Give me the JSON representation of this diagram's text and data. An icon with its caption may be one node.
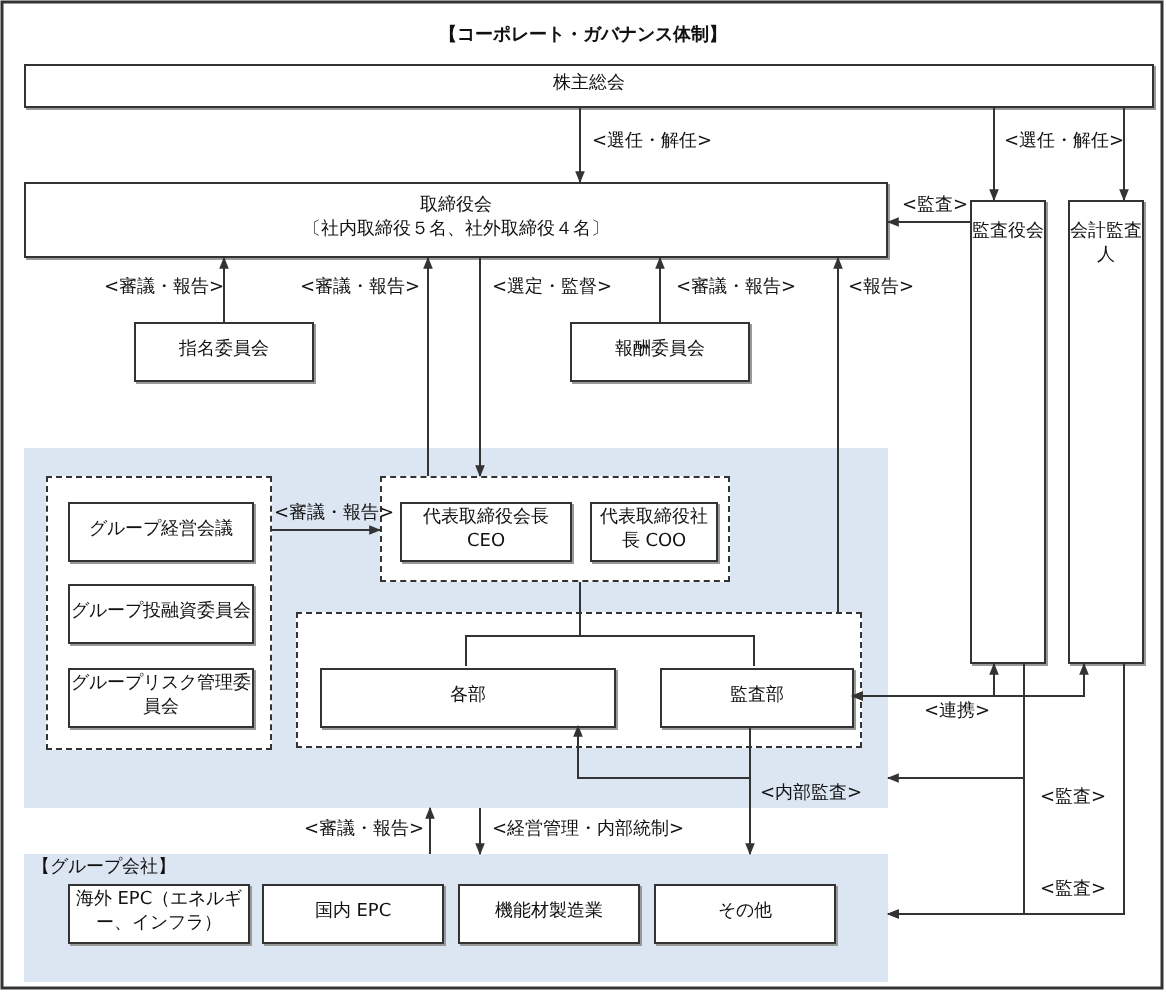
{
  "diagram": {
    "title": "【コーポレート・ガバナンス体制】",
    "nodes": [
      {
        "text": [
          "株主総会"
        ]
      },
      {
        "text": [
          "取締役会",
          "〔社内取締役５名、社外取締役４名〕"
        ]
      },
      {
        "text": [
          "指名委員会"
        ]
      },
      {
        "text": [
          "報酬委員会"
        ]
      },
      {
        "text": [
          "監査役会"
        ]
      },
      {
        "text": [
          "会計監査人"
        ]
      },
      {
        "text": [],
        "shape": "box"
      },
      {
        "text": [],
        "shape": "box",
        "in": 6
      },
      {
        "text": [
          "グループ経営会議"
        ],
        "in": 7
      },
      {
        "text": [
          "グループ投融資委員会"
        ],
        "in": 7
      },
      {
        "text": [
          "グループリスク管理委員会"
        ],
        "in": 7
      },
      {
        "text": [],
        "shape": "box",
        "in": 6
      },
      {
        "text": [
          "代表取締役会長 CEO"
        ],
        "in": 11
      },
      {
        "text": [
          "代表取締役社長 COO"
        ],
        "in": 11
      },
      {
        "text": [],
        "shape": "box",
        "in": 6
      },
      {
        "text": [
          "各部"
        ],
        "in": 14
      },
      {
        "text": [
          "監査部"
        ],
        "in": 14
      },
      {
        "text": [
          "【グループ会社】"
        ]
      },
      {
        "text": [
          "海外 EPC（エネルギー、インフラ）"
        ],
        "in": 17
      },
      {
        "text": [
          "国内 EPC"
        ],
        "in": 17
      },
      {
        "text": [
          "機能材製造業"
        ],
        "in": 17
      },
      {
        "text": [
          "その他"
        ],
        "in": 17
      }
    ],
    "edges": [
      {
        "from": 0,
        "to": 1,
        "arrow": "to",
        "label": "<選任・解任>"
      },
      {
        "from": 0,
        "to": 4,
        "arrow": "to",
        "label": "<選任・解任>"
      },
      {
        "from": 0,
        "to": 5,
        "arrow": "to"
      },
      {
        "from": 4,
        "to": 1,
        "arrow": "to",
        "label": "<監査>"
      },
      {
        "from": 2,
        "to": 1,
        "arrow": "to",
        "label": "<審議・報告>"
      },
      {
        "from": 11,
        "to": 1,
        "arrow": "to",
        "label": "<審議・報告>"
      },
      {
        "from": 1,
        "to": 11,
        "arrow": "to",
        "label": "<選定・監督>"
      },
      {
        "from": 3,
        "to": 1,
        "arrow": "to",
        "label": "<審議・報告>"
      },
      {
        "from": 14,
        "to": 1,
        "arrow": "to",
        "label": "<報告>"
      },
      {
        "from": 7,
        "to": 11,
        "arrow": "to",
        "label": "<審議・報告>"
      },
      {
        "from": 11,
        "to": 15,
        "arrow": "none"
      },
      {
        "from": 11,
        "to": 16,
        "arrow": "none"
      },
      {
        "from": 16,
        "to": 15,
        "arrow": "to"
      },
      {
        "from": 16,
        "to": 17,
        "arrow": "to",
        "label": "<内部監査>"
      },
      {
        "from": 16,
        "to": 4,
        "arrow": "both",
        "label": "<連携>"
      },
      {
        "from": 16,
        "to": 5,
        "arrow": "both"
      },
      {
        "from": 4,
        "to": 6,
        "arrow": "to",
        "label": "<監査>"
      },
      {
        "from": 4,
        "to": 17,
        "arrow": "to"
      },
      {
        "from": 5,
        "to": 17,
        "arrow": "to",
        "label": "<監査>"
      },
      {
        "from": 17,
        "to": 6,
        "arrow": "to",
        "label": "<審議・報告>"
      },
      {
        "from": 6,
        "to": 17,
        "arrow": "to",
        "label": "<経営管理・内部統制>"
      }
    ]
  }
}
